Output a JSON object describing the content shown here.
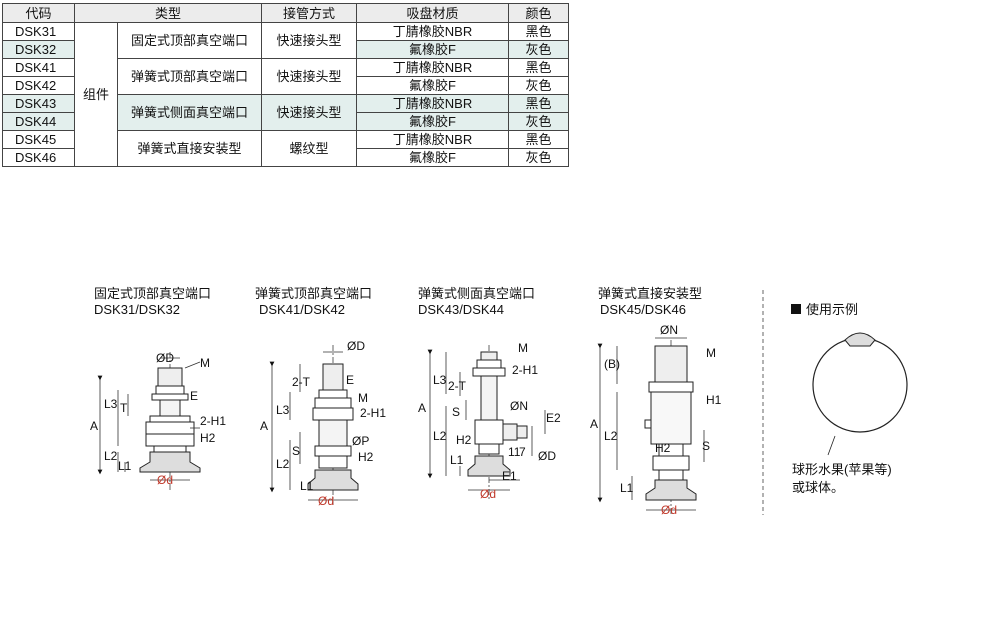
{
  "table": {
    "headers": [
      "代码",
      "类型",
      "接管方式",
      "吸盘材质",
      "颜色"
    ],
    "group_label": "组件",
    "rows": [
      {
        "code": "DSK31",
        "type": "固定式顶部真空端口",
        "connection": "快速接头型",
        "material": "丁腈橡胶NBR",
        "color": "黑色"
      },
      {
        "code": "DSK32",
        "type": "",
        "connection": "",
        "material": "氟橡胶F",
        "color": "灰色"
      },
      {
        "code": "DSK41",
        "type": "弹簧式顶部真空端口",
        "connection": "快速接头型",
        "material": "丁腈橡胶NBR",
        "color": "黑色"
      },
      {
        "code": "DSK42",
        "type": "",
        "connection": "",
        "material": "氟橡胶F",
        "color": "灰色"
      },
      {
        "code": "DSK43",
        "type": "弹簧式侧面真空端口",
        "connection": "快速接头型",
        "material": "丁腈橡胶NBR",
        "color": "黑色"
      },
      {
        "code": "DSK44",
        "type": "",
        "connection": "",
        "material": "氟橡胶F",
        "color": "灰色"
      },
      {
        "code": "DSK45",
        "type": "弹簧式直接安装型",
        "connection": "螺纹型",
        "material": "丁腈橡胶NBR",
        "color": "黑色"
      },
      {
        "code": "DSK46",
        "type": "",
        "connection": "",
        "material": "氟橡胶F",
        "color": "灰色"
      }
    ]
  },
  "drawings": [
    {
      "title": "固定式顶部真空端口",
      "models": "DSK31/DSK32"
    },
    {
      "title": "弹簧式顶部真空端口",
      "models": "DSK41/DSK42"
    },
    {
      "title": "弹簧式侧面真空端口",
      "models": "DSK43/DSK44"
    },
    {
      "title": "弹簧式直接安装型",
      "models": "DSK45/DSK46"
    }
  ],
  "labels": {
    "d": "Ød",
    "D": "ØD",
    "N": "ØN",
    "P": "ØP",
    "M": "M",
    "A": "A",
    "S": "S",
    "L1": "L1",
    "L2": "L2",
    "L3": "L3",
    "T": "T",
    "E": "E",
    "E1": "E1",
    "E2": "E2",
    "B": "(B)",
    "H1": "H1",
    "H2": "H2",
    "H1x2": "2-H1",
    "T2": "2-T",
    "n11": "11",
    "n7": "7"
  },
  "example": {
    "title": "使用示例",
    "caption_line1": "球形水果(苹果等)",
    "caption_line2": "或球体。"
  },
  "colors": {
    "header_bg": "#ececec",
    "alt_row": "#e3efed",
    "accent_d": "#c0392b"
  }
}
